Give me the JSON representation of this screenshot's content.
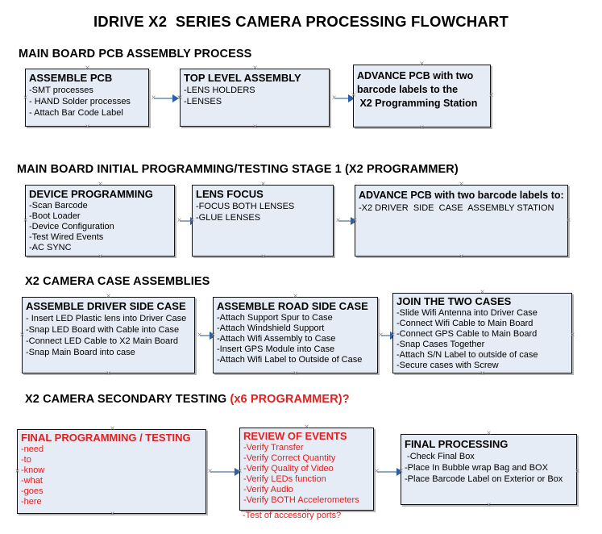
{
  "document": {
    "title": "IDRIVE X2  SERIES CAMERA PROCESSING FLOWCHART"
  },
  "colors": {
    "box_fill": "#e6ecf5",
    "box_border": "#111111",
    "connector": "#8fa9c4",
    "arrowhead": "#2b5fa8",
    "red_text": "#e02020",
    "black_text": "#000000"
  },
  "sections": [
    {
      "heading": "MAIN BOARD PCB ASSEMBLY PROCESS",
      "heading_red": "",
      "boxes": [
        {
          "title": "ASSEMBLE PCB",
          "lines": [
            "-SMT processes",
            "- HAND Solder processes",
            "- Attach Bar Code Label"
          ]
        },
        {
          "title": "TOP LEVEL ASSEMBLY",
          "lines": [
            "-LENS HOLDERS",
            "-LENSES"
          ]
        },
        {
          "title": "",
          "lines": [
            "ADVANCE PCB with two",
            "barcode labels to the",
            " X2 Programming Station"
          ]
        }
      ]
    },
    {
      "heading": "MAIN BOARD INITIAL PROGRAMMING/TESTING STAGE 1 (X2 PROGRAMMER)",
      "heading_red": "",
      "boxes": [
        {
          "title": "DEVICE PROGRAMMING",
          "lines": [
            "-Scan Barcode",
            "-Boot Loader",
            "-Device Configuration",
            "-Test Wired Events",
            "-AC SYNC"
          ]
        },
        {
          "title": "LENS FOCUS",
          "lines": [
            "-FOCUS BOTH LENSES",
            "-GLUE LENSES"
          ]
        },
        {
          "title": "ADVANCE PCB with two barcode labels to:",
          "lines": [
            "-X2 DRIVER  SIDE  CASE  ASSEMBLY STATION"
          ]
        }
      ]
    },
    {
      "heading": "X2 CAMERA CASE ASSEMBLIES",
      "heading_red": "",
      "boxes": [
        {
          "title": "ASSEMBLE DRIVER SIDE CASE",
          "lines": [
            "- Insert LED Plastic lens into Driver Case",
            "-Snap LED Board with Cable into Case",
            "-Connect LED Cable to X2 Main Board",
            "-Snap Main Board into case"
          ]
        },
        {
          "title": "ASSEMBLE ROAD SIDE CASE",
          "lines": [
            "-Attach Support Spur to Case",
            "-Attach Windshield Support",
            "-Attach Wifi Assembly to Case",
            "-Insert GPS Module into Case",
            "-Attach Wifi Label to Outside of Case"
          ]
        },
        {
          "title": "JOIN THE TWO CASES",
          "lines": [
            "-Slide Wifi Antenna into Driver Case",
            "-Connect Wifi Cable to Main Board",
            "-Connect GPS Cable to Main Board",
            "-Snap Cases Together",
            "-Attach S/N Label to outside of case",
            "-Secure cases with Screw"
          ]
        }
      ]
    },
    {
      "heading": "X2 CAMERA SECONDARY TESTING ",
      "heading_red": "(x6 PROGRAMMER)?",
      "boxes": [
        {
          "title": "FINAL PROGRAMMING / TESTING",
          "lines": [
            "-need",
            "-to",
            "-know",
            "-what",
            "-goes",
            "-here"
          ]
        },
        {
          "title": "REVIEW OF EVENTS",
          "lines": [
            "-Verify Transfer",
            "-Verify Correct Quantity",
            "-Verify Quality of Video",
            "-Verify LEDs function",
            "-Verify Audio",
            "-Verify BOTH Accelerometers"
          ],
          "overflow_line": "-Test of accessory ports?"
        },
        {
          "title": "FINAL PROCESSING",
          "lines": [
            " -Check Final Box",
            "-Place In Bubble wrap Bag and BOX",
            "-Place Barcode Label on Exterior or Box"
          ]
        }
      ]
    }
  ]
}
